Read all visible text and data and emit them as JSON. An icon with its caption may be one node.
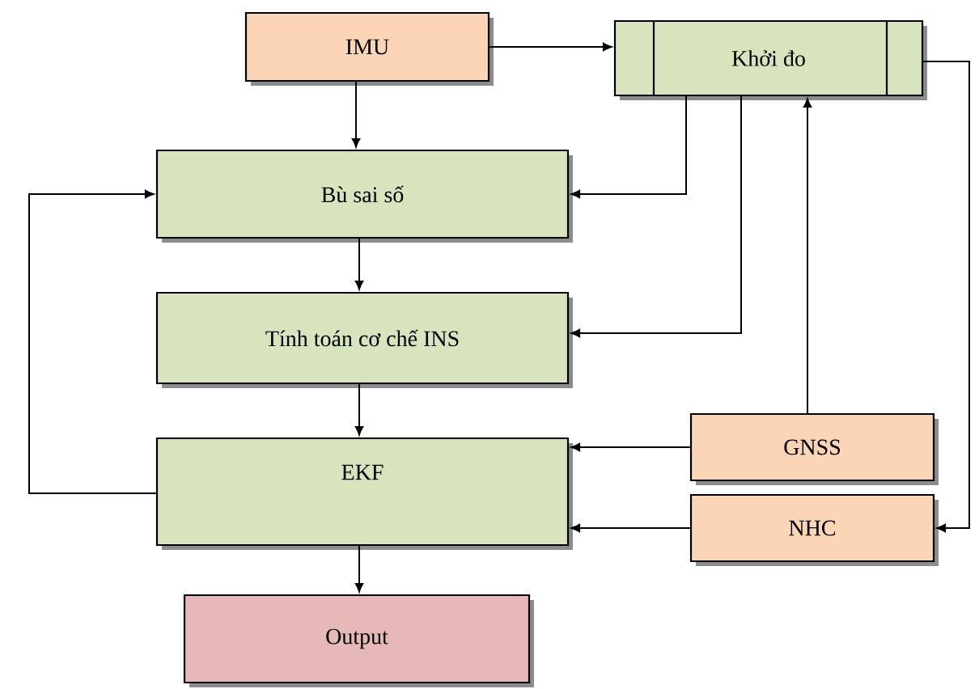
{
  "diagram": {
    "nodes": [
      {
        "text": [
          "IMU"
        ]
      },
      {
        "text": [
          "Khởi đo"
        ]
      },
      {
        "text": [
          "Bù sai số"
        ]
      },
      {
        "text": [
          "Tính toán cơ chế INS"
        ]
      },
      {
        "text": [
          "EKF"
        ]
      },
      {
        "text": [
          "GNSS"
        ]
      },
      {
        "text": [
          "NHC"
        ]
      },
      {
        "text": [
          "Output"
        ]
      }
    ],
    "edges": [
      {
        "from": 0,
        "to": 1,
        "arrow": "to"
      },
      {
        "from": 0,
        "to": 2,
        "arrow": "to"
      },
      {
        "from": 1,
        "to": 2,
        "arrow": "to"
      },
      {
        "from": 1,
        "to": 3,
        "arrow": "to"
      },
      {
        "from": 2,
        "to": 3,
        "arrow": "to"
      },
      {
        "from": 3,
        "to": 4,
        "arrow": "to"
      },
      {
        "from": 5,
        "to": 4,
        "arrow": "to"
      },
      {
        "from": 6,
        "to": 4,
        "arrow": "to"
      },
      {
        "from": 5,
        "to": 1,
        "arrow": "to"
      },
      {
        "from": 1,
        "to": 6,
        "arrow": "to"
      },
      {
        "from": 4,
        "to": 2,
        "arrow": "to"
      },
      {
        "from": 4,
        "to": 7,
        "arrow": "to"
      }
    ]
  }
}
